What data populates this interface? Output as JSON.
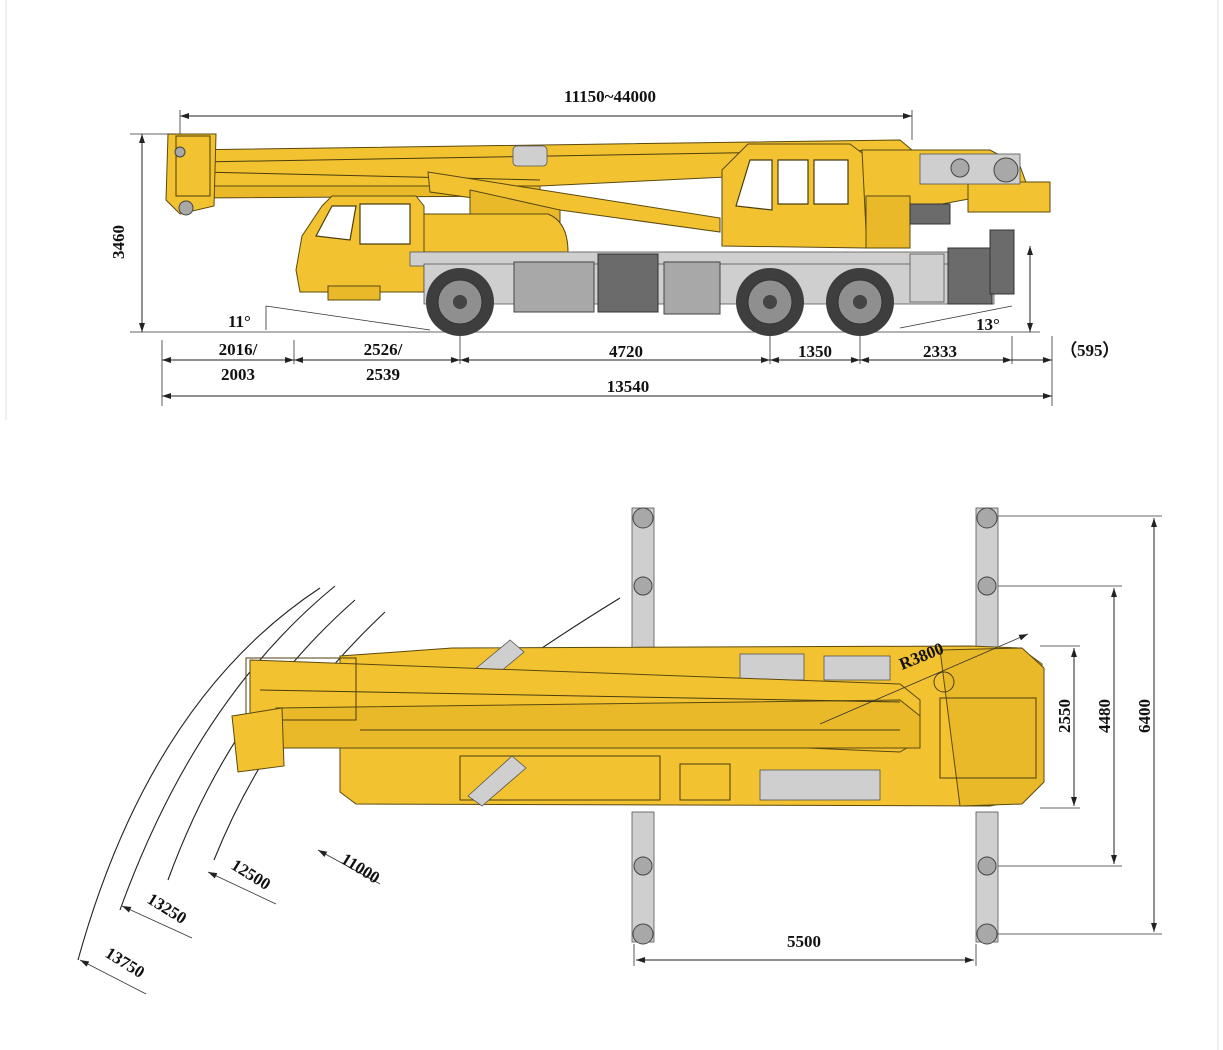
{
  "side_view": {
    "boom_length": "11150~44000",
    "height": "3460",
    "approach_angle": "11°",
    "departure_angle": "13°",
    "front_overhang": "2016/",
    "front_overhang_alt": "2003",
    "front_wheelbase": "2526/",
    "front_wheelbase_alt": "2539",
    "mid_wheelbase": "4720",
    "rear_wheelbase": "1350",
    "rear_overhang": "2333",
    "counterweight_extra": "（595）",
    "total_length": "13540"
  },
  "top_view": {
    "tail_radius": "R3800",
    "width_body": "2550",
    "outrigger_mid": "4480",
    "outrigger_full": "6400",
    "outrigger_span": "5500",
    "turning_radii": [
      "11000",
      "12500",
      "13250",
      "13750"
    ]
  },
  "colors": {
    "crane_yellow": "#f2c230",
    "outline": "#4a3e10",
    "grey": "#a8a8a8"
  }
}
